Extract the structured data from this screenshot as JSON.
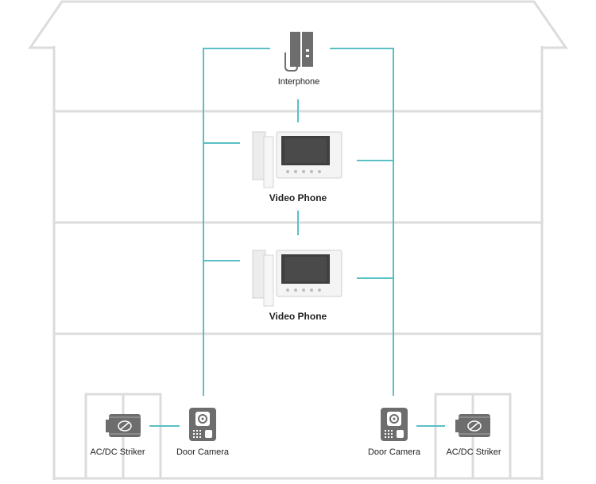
{
  "labels": {
    "interphone": "Interphone",
    "video_phone_upper": "Video Phone",
    "video_phone_lower": "Video Phone",
    "door_camera_left": "Door Camera",
    "door_camera_right": "Door Camera",
    "striker_left": "AC/DC Striker",
    "striker_right": "AC/DC Striker"
  },
  "colors": {
    "house_outline": "#dcdcdc",
    "wiring": "#5bbfc6",
    "device_dark": "#6d6d6d",
    "device_body": "#f4f4f4",
    "screen": "#3f3f3f"
  }
}
